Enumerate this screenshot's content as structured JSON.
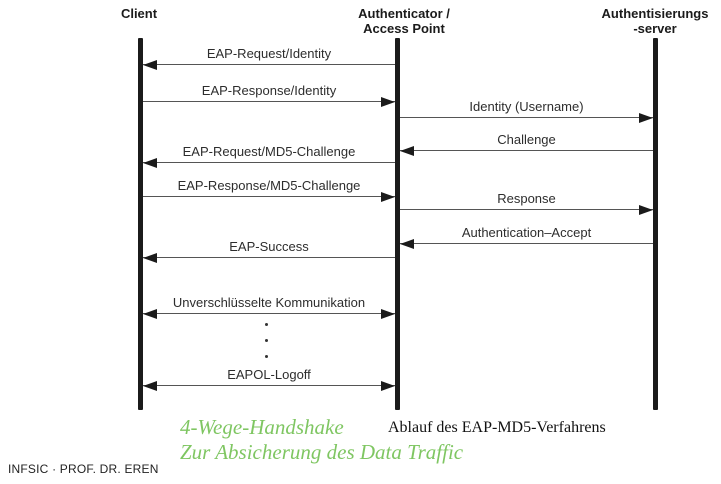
{
  "slide_title": "Ablauf des EAP-MD5-Verfahrens",
  "colors": {
    "caption_green": "#7fc662",
    "diagram_ink": "#1b1b1b",
    "arrow_line": "#555555"
  },
  "actors": {
    "client": {
      "name": "Client"
    },
    "authenticator": {
      "line1": "Authenticator /",
      "line2": "Access Point"
    },
    "server": {
      "line1": "Authentisierungs",
      "line2": "-server"
    }
  },
  "diagram": {
    "messages": [
      {
        "id": "eap-request-identity",
        "label": "EAP-Request/Identity",
        "from": "authenticator",
        "to": "client",
        "bidirectional": false
      },
      {
        "id": "eap-response-identity",
        "label": "EAP-Response/Identity",
        "from": "client",
        "to": "authenticator",
        "bidirectional": false
      },
      {
        "id": "identity-username",
        "label": "Identity (Username)",
        "from": "authenticator",
        "to": "server",
        "bidirectional": false
      },
      {
        "id": "challenge",
        "label": "Challenge",
        "from": "server",
        "to": "authenticator",
        "bidirectional": false
      },
      {
        "id": "eap-request-md5-challenge",
        "label": "EAP-Request/MD5-Challenge",
        "from": "authenticator",
        "to": "client",
        "bidirectional": false
      },
      {
        "id": "eap-response-md5-challenge",
        "label": "EAP-Response/MD5-Challenge",
        "from": "client",
        "to": "authenticator",
        "bidirectional": false
      },
      {
        "id": "response",
        "label": "Response",
        "from": "authenticator",
        "to": "server",
        "bidirectional": false
      },
      {
        "id": "authentication-accept",
        "label": "Authentication–Accept",
        "from": "server",
        "to": "authenticator",
        "bidirectional": false
      },
      {
        "id": "eap-success",
        "label": "EAP-Success",
        "from": "authenticator",
        "to": "client",
        "bidirectional": false
      },
      {
        "id": "unverschluesselte-kommunikation",
        "label": "Unverschlüsselte Kommunikation",
        "from": "client",
        "to": "authenticator",
        "bidirectional": true
      },
      {
        "id": "eapol-logoff",
        "label": "EAPOL-Logoff",
        "from": "client",
        "to": "authenticator",
        "bidirectional": true
      }
    ],
    "continuation": {
      "glyph": "·",
      "count": 3
    }
  },
  "captions": {
    "handshake_line1": "4-Wege-Handshake",
    "handshake_line2": "Zur Absicherung des Data Traffic",
    "diagram_caption": "Ablauf des EAP-MD5-Verfahrens",
    "footer": "INFSIC · PROF. DR. EREN"
  }
}
